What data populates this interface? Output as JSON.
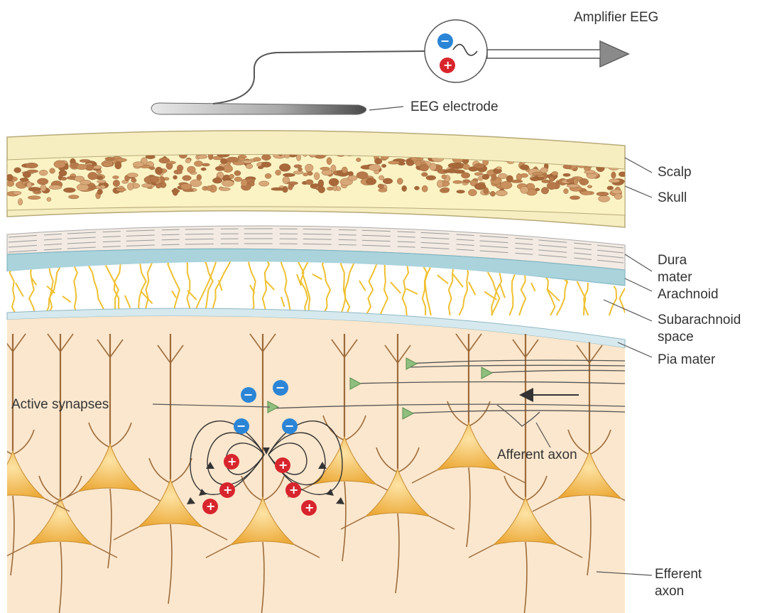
{
  "labels": {
    "amplifier": "Amplifier EEG",
    "electrode": "EEG electrode",
    "scalp": "Scalp",
    "skull": "Skull",
    "dura_1": "Dura",
    "dura_2": "mater",
    "arachnoid": "Arachnoid",
    "subarachnoid_1": "Subarachnoid",
    "subarachnoid_2": "space",
    "pia": "Pia mater",
    "active_synapses": "Active synapses",
    "afferent": "Afferent axon",
    "efferent_1": "Efferent",
    "efferent_2": "axon"
  },
  "signs": {
    "negative": "−",
    "positive": "+"
  },
  "colors": {
    "scalp": "#f6eec0",
    "skull": "#fbf3c4",
    "bone_particle": "#c98f5c",
    "dura": "#f3ebe3",
    "arachnoid": "#aad3dc",
    "subarachnoid_fibers": "#f0c330",
    "cortex": "#fbe7cd",
    "neuron_body": "#f7c35f",
    "negative_charge": "#2b85d6",
    "positive_charge": "#d8252d"
  }
}
